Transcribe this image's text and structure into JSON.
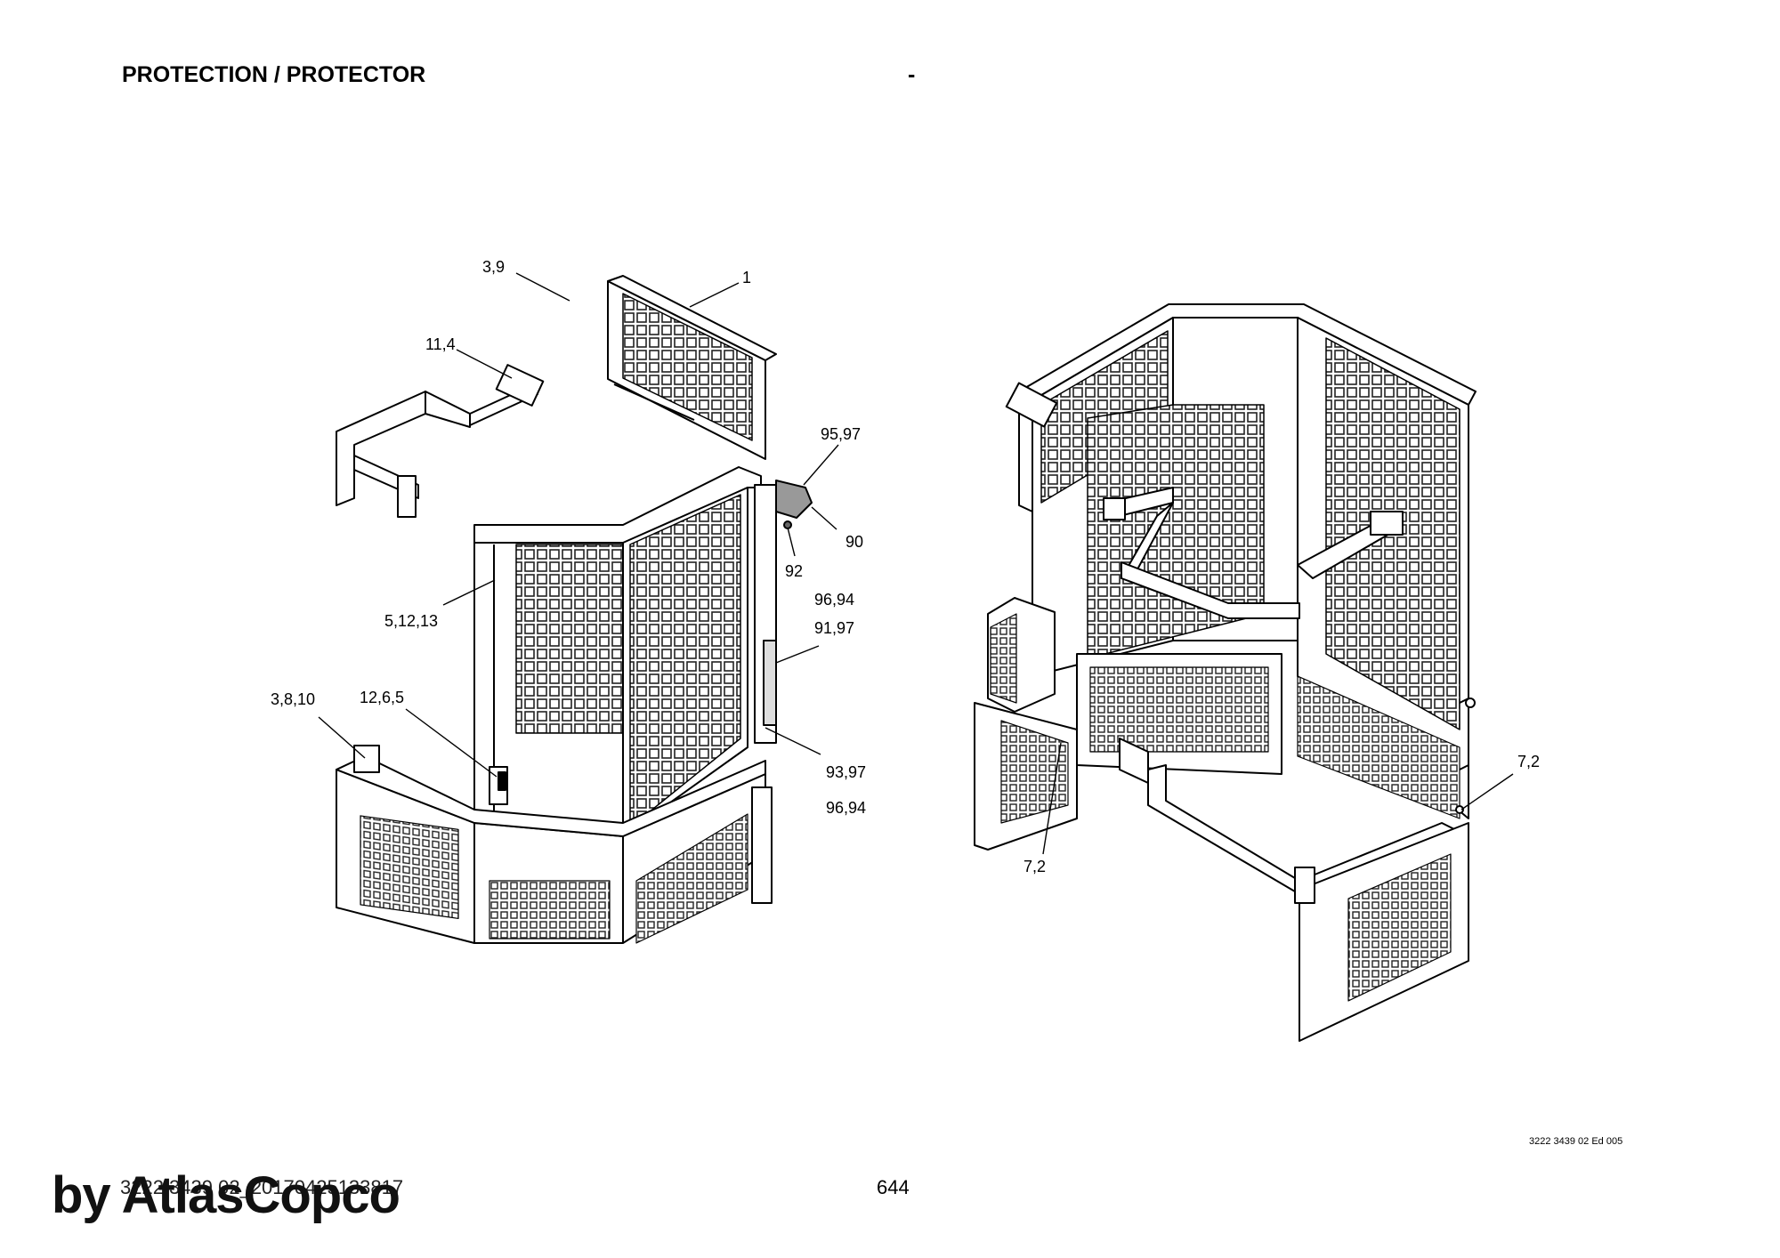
{
  "header": {
    "title": "PROTECTION / PROTECTOR",
    "section_mark": "-"
  },
  "callouts_left": [
    "3,9",
    "1",
    "11,4",
    "95,97",
    "90",
    "92",
    "96,94",
    "91,97",
    "5,12,13",
    "3,8,10",
    "12,6,5",
    "93,97",
    "96,94"
  ],
  "callouts_right": [
    "7,2",
    "7,2"
  ],
  "footer": {
    "drawing_ref": "3222 3439 02 Ed 005",
    "doc_id": "3222 3439 02_20170425133817",
    "page_number": "644",
    "watermark": "by AtlasCopco"
  }
}
